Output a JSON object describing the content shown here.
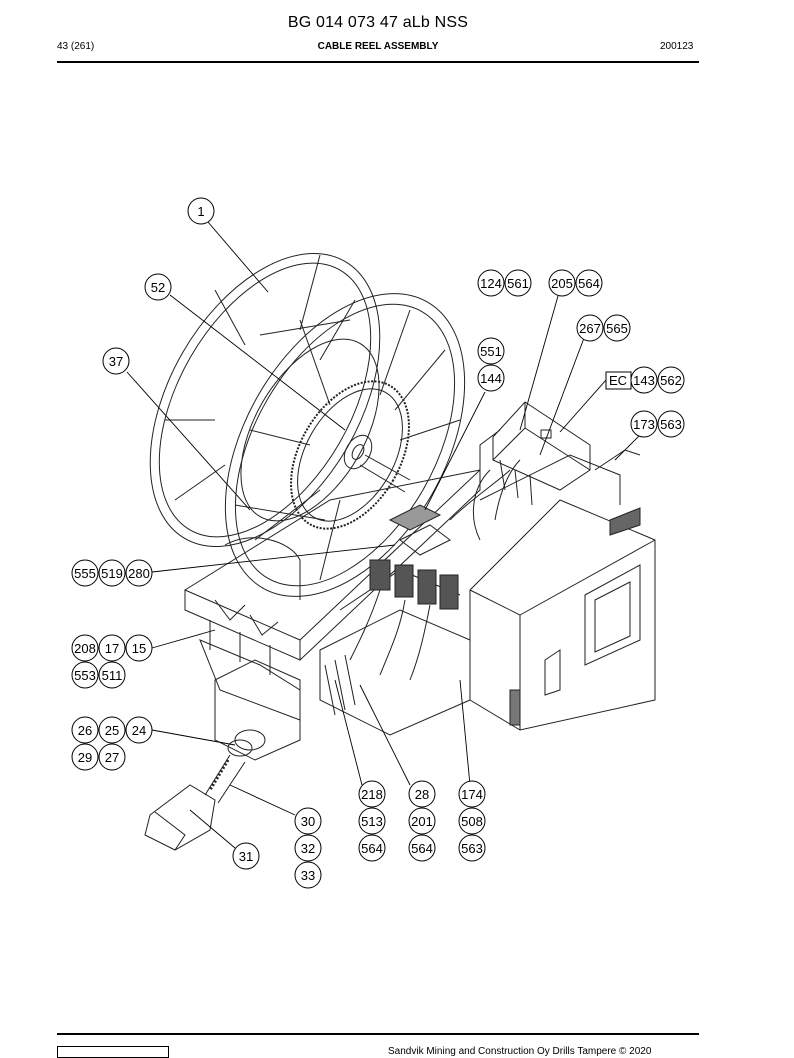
{
  "header": {
    "doc_title": "BG 014 073 47 aLb NSS",
    "page_number": "43 (261)",
    "section_title": "CABLE REEL ASSEMBLY",
    "date_code": "200123"
  },
  "callouts": {
    "c1": "1",
    "c52": "52",
    "c37": "37",
    "c124": "124",
    "c561": "561",
    "c205": "205",
    "c564a": "564",
    "c267": "267",
    "c565": "565",
    "c551": "551",
    "c144": "144",
    "ec": "EC",
    "c143": "143",
    "c562": "562",
    "c173": "173",
    "c563a": "563",
    "c555": "555",
    "c519": "519",
    "c280": "280",
    "c208": "208",
    "c17": "17",
    "c15": "15",
    "c553": "553",
    "c511": "511",
    "c26": "26",
    "c25": "25",
    "c24": "24",
    "c29": "29",
    "c27": "27",
    "c218": "218",
    "c28": "28",
    "c174": "174",
    "c30": "30",
    "c513": "513",
    "c201": "201",
    "c508": "508",
    "c32": "32",
    "c564b": "564",
    "c564c": "564",
    "c563b": "563",
    "c31": "31",
    "c33": "33"
  },
  "footer": {
    "copyright": "Sandvik Mining and Construction Oy Drills Tampere © 2020"
  }
}
